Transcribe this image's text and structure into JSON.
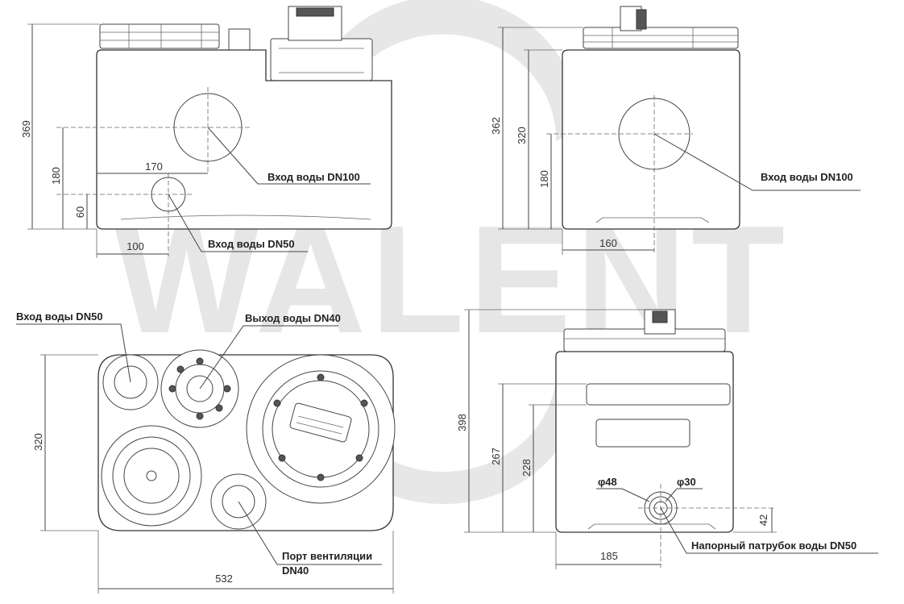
{
  "watermark": {
    "text": "WALENT",
    "color": "#b0b0b0"
  },
  "views": {
    "front": {
      "dims": {
        "height_total": "369",
        "height_inlet100": "180",
        "height_inlet50": "60",
        "width_inlet100": "170",
        "width_inlet50": "100"
      },
      "labels": {
        "inlet100": "Вход воды DN100",
        "inlet50": "Вход воды DN50"
      }
    },
    "side": {
      "dims": {
        "height_total": "362",
        "height_body": "320",
        "height_inlet": "180",
        "width_inlet": "160"
      },
      "labels": {
        "inlet100": "Вход воды DN100"
      }
    },
    "top": {
      "dims": {
        "depth": "320",
        "width": "532"
      },
      "labels": {
        "inlet50": "Вход воды DN50",
        "outlet40": "Выход воды DN40",
        "vent_line1": "Порт вентиляции",
        "vent_line2": "DN40"
      }
    },
    "back": {
      "dims": {
        "height_total": "398",
        "height_267": "267",
        "height_228": "228",
        "height_42": "42",
        "width_185": "185",
        "phi48": "φ48",
        "phi30": "φ30"
      },
      "labels": {
        "pressure": "Напорный патрубок воды DN50"
      }
    }
  }
}
